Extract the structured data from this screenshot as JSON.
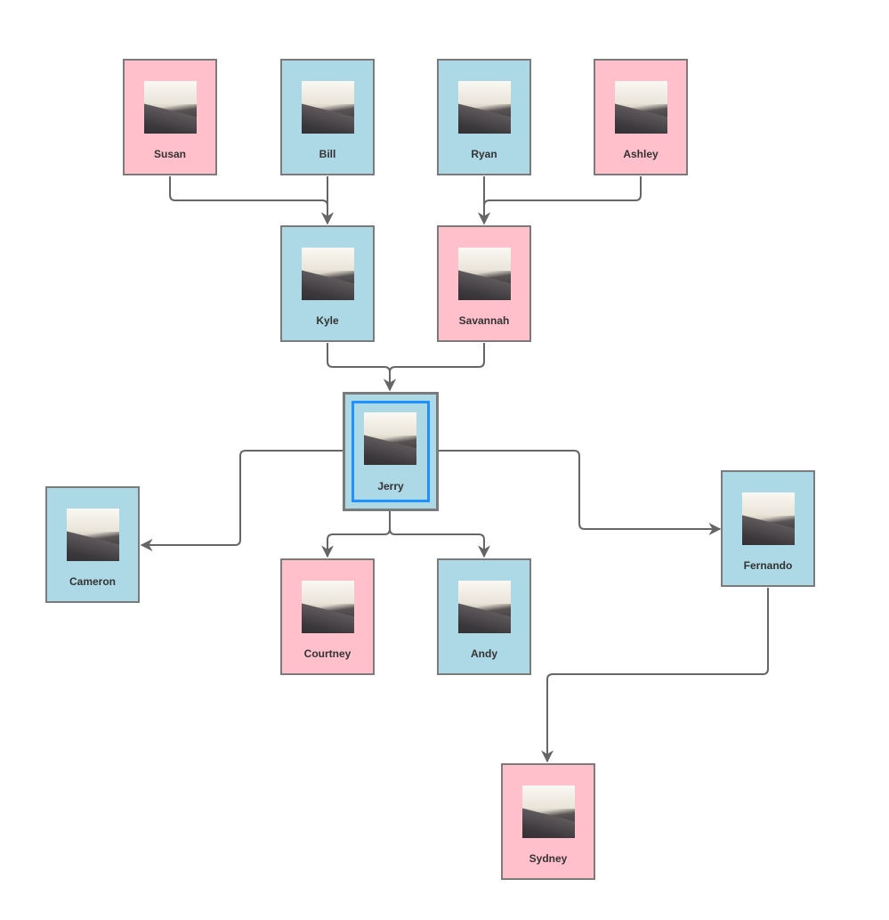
{
  "people": {
    "susan": {
      "name": "Susan",
      "gender": "female"
    },
    "bill": {
      "name": "Bill",
      "gender": "male"
    },
    "ryan": {
      "name": "Ryan",
      "gender": "male"
    },
    "ashley": {
      "name": "Ashley",
      "gender": "female"
    },
    "kyle": {
      "name": "Kyle",
      "gender": "male"
    },
    "savannah": {
      "name": "Savannah",
      "gender": "female"
    },
    "jerry": {
      "name": "Jerry",
      "gender": "male",
      "selected": true
    },
    "cameron": {
      "name": "Cameron",
      "gender": "male"
    },
    "courtney": {
      "name": "Courtney",
      "gender": "female"
    },
    "andy": {
      "name": "Andy",
      "gender": "male"
    },
    "fernando": {
      "name": "Fernando",
      "gender": "male"
    },
    "sydney": {
      "name": "Sydney",
      "gender": "female"
    }
  },
  "relations": [
    {
      "from": "susan",
      "to": "kyle"
    },
    {
      "from": "bill",
      "to": "kyle"
    },
    {
      "from": "ryan",
      "to": "savannah"
    },
    {
      "from": "ashley",
      "to": "savannah"
    },
    {
      "from": "kyle",
      "to": "jerry"
    },
    {
      "from": "savannah",
      "to": "jerry"
    },
    {
      "from": "jerry",
      "to": "cameron"
    },
    {
      "from": "jerry",
      "to": "courtney"
    },
    {
      "from": "jerry",
      "to": "andy"
    },
    {
      "from": "jerry",
      "to": "fernando"
    },
    {
      "from": "fernando",
      "to": "sydney"
    }
  ],
  "colors": {
    "male": "#add8e6",
    "female": "#ffc0cb",
    "border": "#7b7b7b",
    "selection": "#1e90ff",
    "edge": "#666666"
  }
}
